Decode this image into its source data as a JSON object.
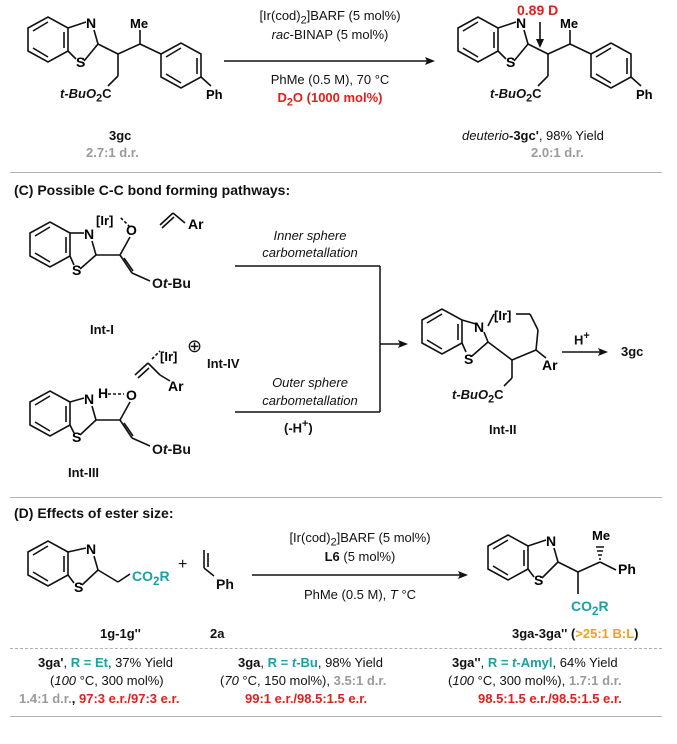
{
  "section_b": {
    "reactant": {
      "label": "3gc",
      "dr": "2.7:1 d.r.",
      "ester": "t-BuO",
      "ester_sub": "2",
      "ester_c": "C",
      "me": "Me",
      "ph": "Ph",
      "n": "N",
      "s": "S"
    },
    "conditions": {
      "catalyst_a": "[Ir(cod)",
      "catalyst_sub": "2",
      "catalyst_b": "]BARF (5 mol%)",
      "ligand_prefix": "rac",
      "ligand_rest": "-BINAP (5 mol%)",
      "solvent": "PhMe (0.5 M), 70 °C",
      "d2o_a": "D",
      "d2o_sub": "2",
      "d2o_b": "O (1000 mol%)"
    },
    "product": {
      "deuterium": "0.89 D",
      "label_prefix": "deuterio",
      "label_mid": "-3gc'",
      "label_suffix": ", 98% Yield",
      "dr": "2.0:1 d.r.",
      "ester": "t-BuO",
      "ester_sub": "2",
      "ester_c": "C",
      "me": "Me",
      "ph": "Ph",
      "n": "N",
      "s": "S"
    }
  },
  "section_c": {
    "title": "(C) Possible C-C bond forming pathways:",
    "int_i": {
      "label": "Int-I",
      "ir": "[Ir]",
      "ar": "Ar",
      "o": "O",
      "otbu": "Ot-Bu",
      "n": "N",
      "s": "S"
    },
    "int_iv": {
      "label": "Int-IV",
      "ir": "[Ir]",
      "ar": "Ar",
      "plus": "⊕"
    },
    "int_iii": {
      "label": "Int-III",
      "h": "H",
      "o": "O",
      "otbu": "Ot-Bu",
      "n": "N",
      "s": "S"
    },
    "inner_line1": "Inner sphere",
    "inner_line2": "carbometallation",
    "outer_line1": "Outer sphere",
    "outer_line2": "carbometallation",
    "minus_h": "(-H",
    "minus_h_sup": "+",
    "minus_h_end": ")",
    "int_ii": {
      "label": "Int-II",
      "ir": "[Ir]",
      "ar": "Ar",
      "ester": "t-BuO",
      "ester_sub": "2",
      "ester_c": "C",
      "n": "N",
      "s": "S"
    },
    "hplus": "H",
    "hplus_sup": "+",
    "product": "3gc"
  },
  "section_d": {
    "title": "(D) Effects of ester size:",
    "reactant_1": {
      "label": "1g-1g''",
      "co2r": "CO",
      "co2r_sub": "2",
      "co2r_end": "R",
      "plus": "+",
      "n": "N",
      "s": "S"
    },
    "reactant_2": {
      "label": "2a",
      "ph": "Ph"
    },
    "conditions": {
      "catalyst_a": "[Ir(cod)",
      "catalyst_sub": "2",
      "catalyst_b": "]BARF (5 mol%)",
      "ligand_bold": "L6",
      "ligand_rest": " (5 mol%)",
      "solvent_a": "PhMe (0.5 M), ",
      "solvent_t": "T",
      "solvent_b": " °C"
    },
    "product": {
      "label": "3ga-3ga''",
      "selectivity": ">25:1 B:L",
      "open": " (",
      "close": ")",
      "me": "Me",
      "ph": "Ph",
      "co2r": "CO",
      "co2r_sub": "2",
      "co2r_end": "R",
      "n": "N",
      "s": "S"
    },
    "results": [
      {
        "name": "3ga'",
        "r": "R = Et",
        "yield": ", 37% Yield",
        "temp": "100",
        "cond": " °C, 300 mol%)",
        "dr": "1.4:1 d.r.",
        "er": "97:3 e.r./97:3 e.r."
      },
      {
        "name": "3ga",
        "r": "R = t-Bu",
        "yield": ", 98% Yield",
        "temp": "70",
        "cond": " °C, 150 mol%)",
        "dr": "3.5:1 d.r.",
        "er": "99:1 e.r./98.5:1.5 e.r."
      },
      {
        "name": "3ga''",
        "r": "R = t-Amyl",
        "yield": ", 64% Yield",
        "temp": "100",
        "cond": " °C, 300 mol%)",
        "dr": "1.7:1 d.r.",
        "er": "98.5:1.5 e.r./98.5:1.5 e.r."
      }
    ]
  }
}
